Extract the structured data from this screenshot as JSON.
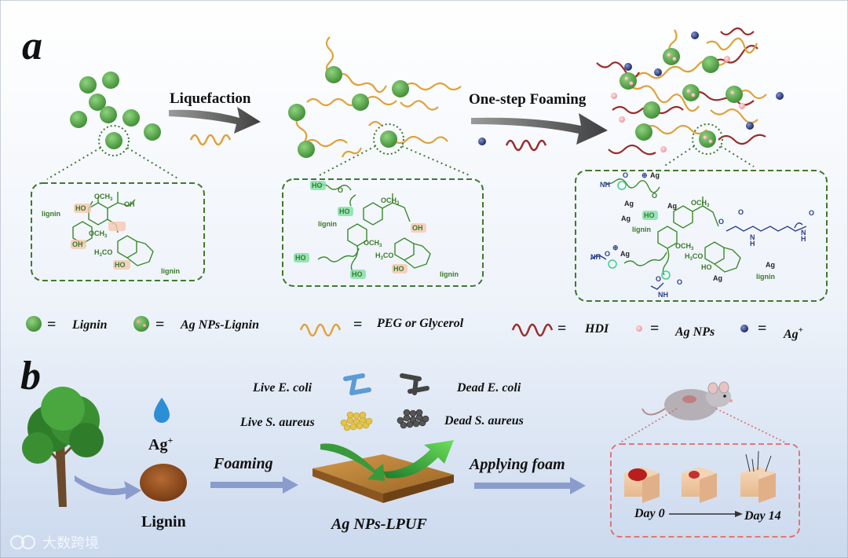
{
  "panel_a": {
    "letter": "a",
    "step1_label": "Liquefaction",
    "step2_label": "One-step Foaming",
    "legend": {
      "lignin": "Lignin",
      "ag_nps_lignin": "Ag NPs-Lignin",
      "peg_glycerol": "PEG or Glycerol",
      "hdi": "HDI",
      "ag_nps": "Ag NPs",
      "ag_ion": "Ag",
      "ag_ion_sup": "+",
      "equals": "="
    },
    "chem": {
      "och3": "OCH",
      "sub3": "3",
      "h3co": "H",
      "h3co_rest": "CO",
      "oh": "OH",
      "ho": "HO",
      "lignin": "lignin",
      "ag": "Ag",
      "o": "O",
      "n": "N",
      "nh": "NH",
      "h": "H",
      "charge": "⊕"
    }
  },
  "panel_b": {
    "letter": "b",
    "ag_ion": "Ag",
    "ag_ion_sup": "+",
    "lignin_label": "Lignin",
    "foaming_label": "Foaming",
    "applying_label": "Applying foam",
    "product_label": "Ag NPs-LPUF",
    "live_ecoli": "Live E. coli",
    "dead_ecoli": "Dead E. coli",
    "live_saureus": "Live S. aureus",
    "dead_saureus": "Dead S. aureus",
    "day_start": "Day 0",
    "day_end": "Day 14"
  },
  "watermark": "大数跨境",
  "colors": {
    "lignin_green": "#5aa84a",
    "peg_orange": "#e0a23a",
    "hdi_red": "#9b2c2c",
    "ag_np_pink": "#f2a7a7",
    "ag_ion_blue": "#2b3f8a",
    "box_green": "#3f7a2e",
    "arrow_gray": "#5a5a5a",
    "arrow_blue": "#8a9ccc",
    "bg_top": "#ffffff",
    "bg_bottom": "#cfdcef"
  }
}
